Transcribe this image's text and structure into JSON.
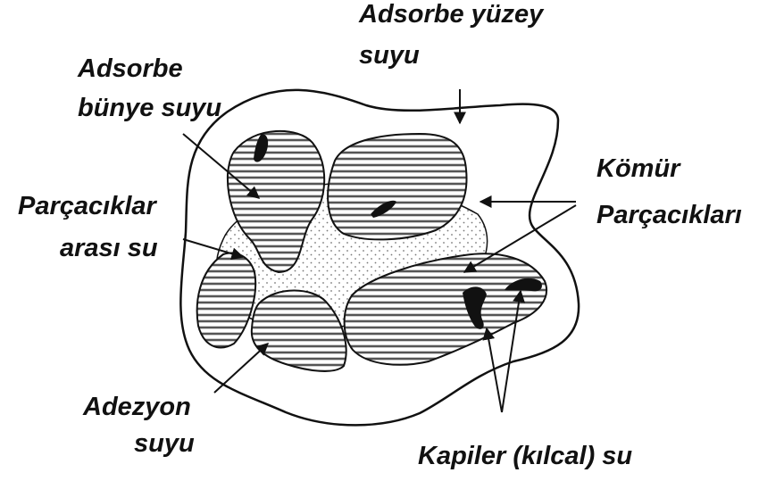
{
  "labels": {
    "adsorbe_yuzey_line1": "Adsorbe yüzey",
    "adsorbe_yuzey_line2": "suyu",
    "adsorbe_bunye_line1": "Adsorbe",
    "adsorbe_bunye_line2": "bünye suyu",
    "parcaciklar_line1": "Parçacıklar",
    "parcaciklar_line2": "arası su",
    "komur_line1": "Kömür",
    "komur_line2": "Parçacıkları",
    "adezyon_line1": "Adezyon",
    "adezyon_line2": "suyu",
    "kapiler": "Kapiler (kılcal) su"
  },
  "colors": {
    "ink": "#111111",
    "stripe": "#555555",
    "dots": "#777777",
    "background": "#ffffff"
  }
}
